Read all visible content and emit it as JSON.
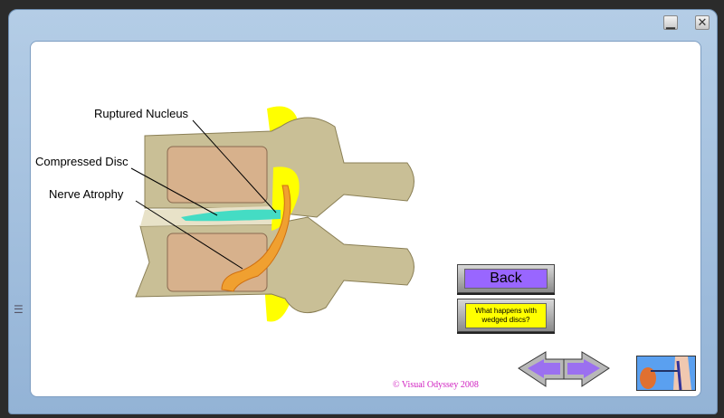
{
  "window": {
    "minimize_icon": "minimize-icon",
    "close_icon": "close-icon"
  },
  "labels": {
    "ruptured_nucleus": "Ruptured Nucleus",
    "compressed_disc": "Compressed Disc",
    "nerve_atrophy": "Nerve Atrophy"
  },
  "buttons": {
    "back": "Back",
    "wedged": "What happens with wedged discs?"
  },
  "colors": {
    "back_bg": "#9966ff",
    "wedged_bg": "#ffff00",
    "copyright": "#d020c0"
  },
  "copyright": "© Visual Odyssey 2008"
}
